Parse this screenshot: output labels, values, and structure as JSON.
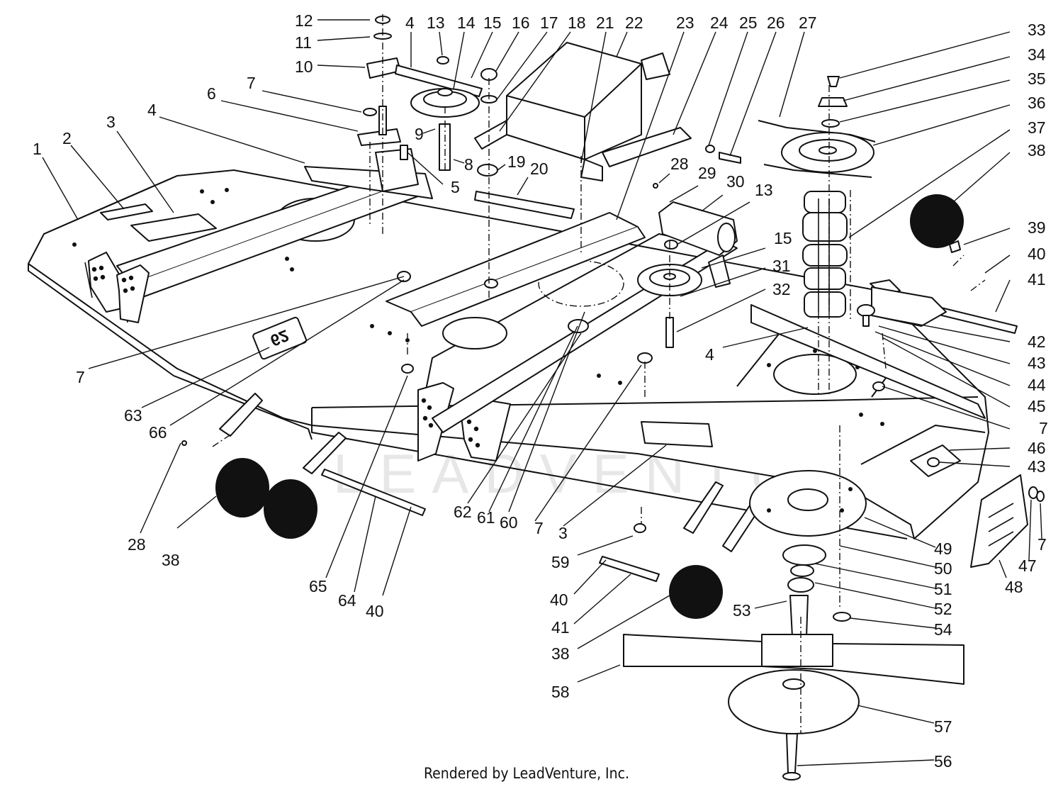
{
  "diagram": {
    "footer": "Rendered by LeadVenture, Inc.",
    "watermark": "LEADVENTURE",
    "deck_stamp": "62",
    "callouts": [
      {
        "id": "c12",
        "text": "12"
      },
      {
        "id": "c11",
        "text": "11"
      },
      {
        "id": "c10",
        "text": "10"
      },
      {
        "id": "c4a",
        "text": "4"
      },
      {
        "id": "c13a",
        "text": "13"
      },
      {
        "id": "c14",
        "text": "14"
      },
      {
        "id": "c15a",
        "text": "15"
      },
      {
        "id": "c16",
        "text": "16"
      },
      {
        "id": "c17",
        "text": "17"
      },
      {
        "id": "c18",
        "text": "18"
      },
      {
        "id": "c21",
        "text": "21"
      },
      {
        "id": "c22",
        "text": "22"
      },
      {
        "id": "c23",
        "text": "23"
      },
      {
        "id": "c24",
        "text": "24"
      },
      {
        "id": "c25",
        "text": "25"
      },
      {
        "id": "c26",
        "text": "26"
      },
      {
        "id": "c27",
        "text": "27"
      },
      {
        "id": "c33",
        "text": "33"
      },
      {
        "id": "c34",
        "text": "34"
      },
      {
        "id": "c35",
        "text": "35"
      },
      {
        "id": "c36",
        "text": "36"
      },
      {
        "id": "c37",
        "text": "37"
      },
      {
        "id": "c38a",
        "text": "38"
      },
      {
        "id": "c39",
        "text": "39"
      },
      {
        "id": "c40a",
        "text": "40"
      },
      {
        "id": "c41a",
        "text": "41"
      },
      {
        "id": "c42",
        "text": "42"
      },
      {
        "id": "c43a",
        "text": "43"
      },
      {
        "id": "c44",
        "text": "44"
      },
      {
        "id": "c45",
        "text": "45"
      },
      {
        "id": "c7a",
        "text": "7"
      },
      {
        "id": "c46",
        "text": "46"
      },
      {
        "id": "c43b",
        "text": "43"
      },
      {
        "id": "c7b",
        "text": "7"
      },
      {
        "id": "c47",
        "text": "47"
      },
      {
        "id": "c48",
        "text": "48"
      },
      {
        "id": "c49",
        "text": "49"
      },
      {
        "id": "c50",
        "text": "50"
      },
      {
        "id": "c51",
        "text": "51"
      },
      {
        "id": "c52",
        "text": "52"
      },
      {
        "id": "c54",
        "text": "54"
      },
      {
        "id": "c57",
        "text": "57"
      },
      {
        "id": "c56",
        "text": "56"
      },
      {
        "id": "c58",
        "text": "58"
      },
      {
        "id": "c38b",
        "text": "38"
      },
      {
        "id": "c41b",
        "text": "41"
      },
      {
        "id": "c40b",
        "text": "40"
      },
      {
        "id": "c59",
        "text": "59"
      },
      {
        "id": "c53",
        "text": "53"
      },
      {
        "id": "c3a",
        "text": "3"
      },
      {
        "id": "c7c",
        "text": "7"
      },
      {
        "id": "c60",
        "text": "60"
      },
      {
        "id": "c61",
        "text": "61"
      },
      {
        "id": "c62",
        "text": "62"
      },
      {
        "id": "c40c",
        "text": "40"
      },
      {
        "id": "c64",
        "text": "64"
      },
      {
        "id": "c65",
        "text": "65"
      },
      {
        "id": "c38c",
        "text": "38"
      },
      {
        "id": "c28a",
        "text": "28"
      },
      {
        "id": "c66",
        "text": "66"
      },
      {
        "id": "c63",
        "text": "63"
      },
      {
        "id": "c7d",
        "text": "7"
      },
      {
        "id": "c1",
        "text": "1"
      },
      {
        "id": "c2",
        "text": "2"
      },
      {
        "id": "c3b",
        "text": "3"
      },
      {
        "id": "c4b",
        "text": "4"
      },
      {
        "id": "c6",
        "text": "6"
      },
      {
        "id": "c7e",
        "text": "7"
      },
      {
        "id": "c9",
        "text": "9"
      },
      {
        "id": "c8",
        "text": "8"
      },
      {
        "id": "c5",
        "text": "5"
      },
      {
        "id": "c19",
        "text": "19"
      },
      {
        "id": "c20",
        "text": "20"
      },
      {
        "id": "c28b",
        "text": "28"
      },
      {
        "id": "c29",
        "text": "29"
      },
      {
        "id": "c30",
        "text": "30"
      },
      {
        "id": "c13b",
        "text": "13"
      },
      {
        "id": "c15b",
        "text": "15"
      },
      {
        "id": "c31",
        "text": "31"
      },
      {
        "id": "c32",
        "text": "32"
      },
      {
        "id": "c4c",
        "text": "4"
      }
    ]
  }
}
